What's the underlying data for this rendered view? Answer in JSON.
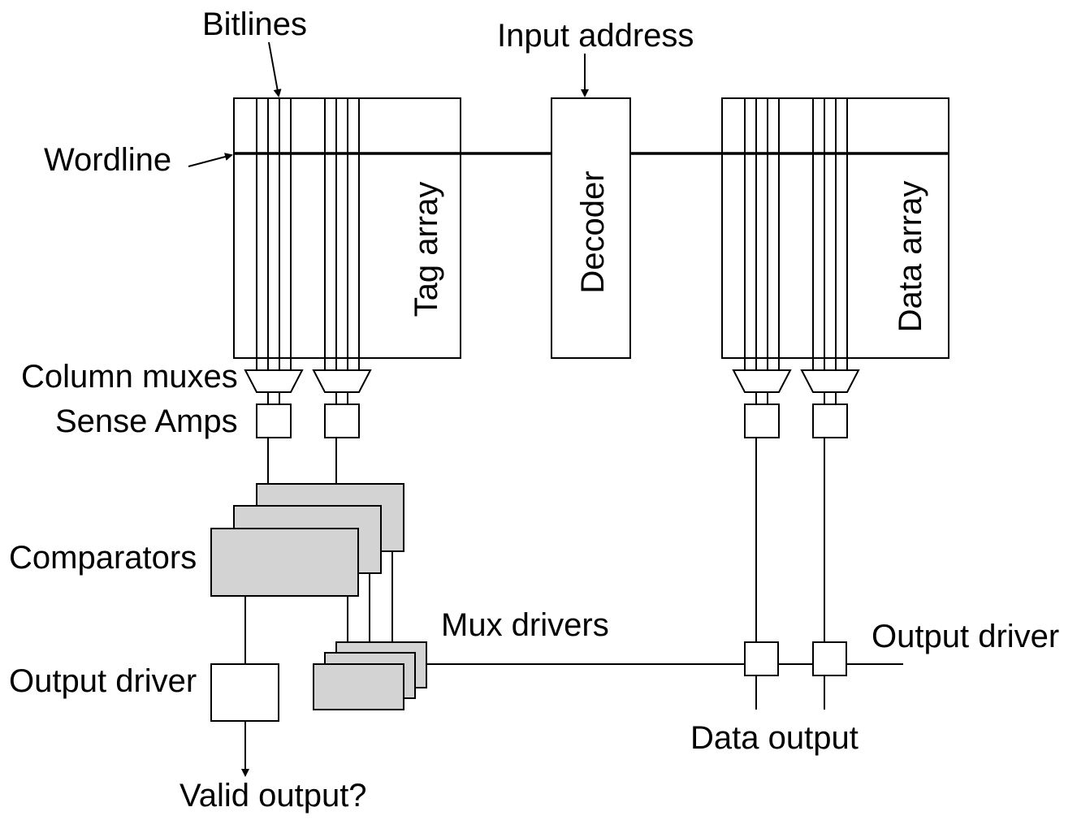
{
  "labels": {
    "bitlines": "Bitlines",
    "input_address": "Input address",
    "wordline": "Wordline",
    "tag_array": "Tag array",
    "decoder": "Decoder",
    "data_array": "Data array",
    "column_muxes": "Column muxes",
    "sense_amps": "Sense Amps",
    "comparators": "Comparators",
    "mux_drivers": "Mux drivers",
    "output_driver_right": "Output driver",
    "output_driver_left": "Output driver",
    "data_output": "Data output",
    "valid_output": "Valid output?"
  },
  "colors": {
    "stroke": "#000000",
    "comparator_fill": "#d3d3d3",
    "background": "#ffffff"
  }
}
